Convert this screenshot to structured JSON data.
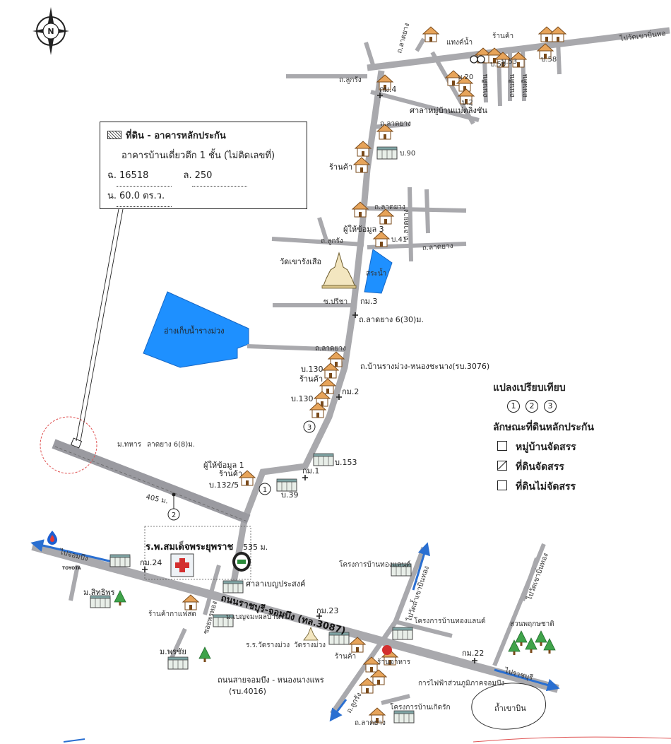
{
  "compass": {
    "label": "N"
  },
  "info_box": {
    "title": "ที่ดิน - อาคารหลักประกัน",
    "building": "อาคารบ้านเดี่ยวตึก 1 ชั้น (ไม่ติดเลขที่)",
    "deed_label": "ฉ.",
    "deed_value": "16518",
    "land_no_label": "ล.",
    "land_no_value": "250",
    "area_label": "น.",
    "area_value": "60.0 ตร.ว."
  },
  "legend": {
    "title": "แปลงเปรียบเทียบ",
    "numbers": [
      "1",
      "2",
      "3"
    ],
    "subtitle": "ลักษณะที่ดินหลักประกัน",
    "items": [
      {
        "label": "หมู่บ้านจัดสรร",
        "marked": false
      },
      {
        "label": "ที่ดินจัดสรร",
        "marked": true
      },
      {
        "label": "ที่ดินไม่จัดสรร",
        "marked": false
      }
    ]
  },
  "labels": {
    "to_khao_bin_top": "ไปวัดเขาบิ่นทอ",
    "tank": "แทงค์น้ำ",
    "shop_top": "ร้านค้า",
    "lat_yang_top": "ถ.ลาดยาง",
    "b58": "บ.58",
    "b20": "บ.20",
    "b50": "บ.50",
    "b53": "บ.53",
    "b2": "บ.2",
    "soil_road_1": "ถนนดิน",
    "soil_road_2": "ถนนดิน",
    "soil_road_3": "ถนนดิน",
    "luk_rang_1": "ถ.ลูกรัง",
    "km4": "กม.4",
    "village_hall": "ศาลาหมู่บ้านแม่ตลิ่งชัน",
    "lat_yang_2": "ถ.ลาดยาง",
    "b90": "บ.90",
    "shop_1": "ร้านค้า",
    "lat_yang_3": "ถ.ลาดยาง",
    "informant_3": "ผู้ให้ข้อมูล 3",
    "luk_rang_2": "ถ.ลูกรัง",
    "b41": "บ.41",
    "lat_yang_4": "ถ.ลาดยาง",
    "lat_yang_v": "ถ.ลาดยาง",
    "temple": "วัดเขารังเสือ",
    "pond": "สระน้ำ",
    "soi_preecha": "ซ.ปรีชา",
    "km3": "กม.3",
    "road_6_30": "ถ.ลาดยาง 6(30)ม.",
    "reservoir": "อ่างเก็บน้ำรางม่วง",
    "lat_yang_5": "ถ.ลาดยาง",
    "b130a": "บ.130",
    "road_3076": "ถ.บ้านรางม่วง-หนองชะนาง(รบ.3076)",
    "shop_2": "ร้านค้า",
    "km2": "กม.2",
    "b130b": "บ.130",
    "num3": "3",
    "b153": "บ.153",
    "informant_1": "ผู้ให้ข้อมูล 1",
    "shop_3": "ร้านค้า",
    "km1": "กม.1",
    "b132_5": "บ.132/5",
    "b39": "บ.39",
    "num1": "1",
    "num2": "2",
    "moo_thahan": "ม.ทหาร",
    "road_6_8": "ลาดยาง 6(8)ม.",
    "dist_405": "405 ม.",
    "hospital": "ร.พ.สมเด็จพระยุพราช",
    "dist_535": "535 ม.",
    "to_chom_bueng": "ไปจอมบึง",
    "toyota": "TOYOTA",
    "km24": "กม.24",
    "moo_sitthiphon": "ม.สิทธิพร",
    "sala": "ศาลาเบญประสงค์",
    "main_road": "ถนนราชบุรี-จอมบึง (ทล.3087)",
    "shop_pholl": "ร้านค้ากาแฟสด",
    "km23": "กม.23",
    "to_khao_bin_2": "ไปวัดเขาบิ่นทอง",
    "project_1": "โครงการบ้านทองแลนด์",
    "to_wat_bin": "ไปวัดถ้ำเขาบิ่นทอง",
    "project_2": "โครงการบ้านทองแลนด์",
    "park": "สวนพฤกษชาติ",
    "soi_phonthong": "ซอยพรทอง",
    "school_benjama": "ม.เบญจมะผลบ้านไร่",
    "school_rang": "ร.ร.วัดรางม่วง",
    "wat_rang": "วัดรางม่วง",
    "shop_4": "ร้านค้า",
    "restaurant": "ร้านอาหาร",
    "km22": "กม.22",
    "to_ratchaburi": "ไปราชบุรี",
    "moo_phonchai": "ม.พรชัย",
    "road_4016": "ถนนสายจอมบึง - หนองนางแพร",
    "road_4016_b": "(รบ.4016)",
    "power": "การไฟฟ้าส่วนภูมิภาคจอมบึง",
    "luk_rang_bottom": "ถ.ลูกรัง",
    "project_3": "โครงการบ้านเกิดรัก",
    "cave": "ถ้ำเขาบิน",
    "lat_yang_bottom": "ถ.ลาดยาง"
  }
}
